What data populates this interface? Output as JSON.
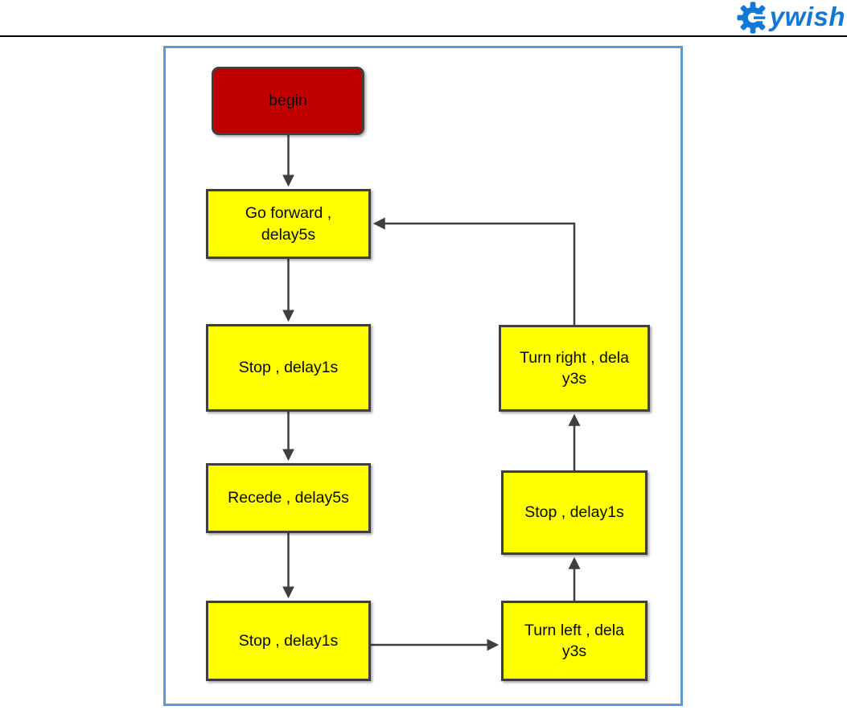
{
  "logo": {
    "brand_text": "ywish",
    "gear_icon": "keywish-gear-icon",
    "color": "#1377D4"
  },
  "flowchart": {
    "frame_border_color": "#5B9BD5",
    "node_border_color": "#3F3F3F",
    "arrow_color": "#3F3F3F",
    "start_fill": "#C00000",
    "step_fill": "#FFFF00",
    "nodes": [
      {
        "id": "begin",
        "label": "begin",
        "shape": "rounded-start"
      },
      {
        "id": "go-forward",
        "label": "Go forward ,\ndelay5s",
        "shape": "rect"
      },
      {
        "id": "stop-after-forward",
        "label": "Stop , delay1s",
        "shape": "rect"
      },
      {
        "id": "recede",
        "label": "Recede , delay5s",
        "shape": "rect"
      },
      {
        "id": "stop-after-recede",
        "label": "Stop , delay1s",
        "shape": "rect"
      },
      {
        "id": "turn-left",
        "label": "Turn left , dela\ny3s",
        "shape": "rect"
      },
      {
        "id": "stop-after-turn-left",
        "label": "Stop , delay1s",
        "shape": "rect"
      },
      {
        "id": "turn-right",
        "label": "Turn right , dela\ny3s",
        "shape": "rect"
      }
    ],
    "edges": [
      {
        "from": "begin",
        "to": "go-forward"
      },
      {
        "from": "go-forward",
        "to": "stop-after-forward"
      },
      {
        "from": "stop-after-forward",
        "to": "recede"
      },
      {
        "from": "recede",
        "to": "stop-after-recede"
      },
      {
        "from": "stop-after-recede",
        "to": "turn-left"
      },
      {
        "from": "turn-left",
        "to": "stop-after-turn-left"
      },
      {
        "from": "stop-after-turn-left",
        "to": "turn-right"
      },
      {
        "from": "turn-right",
        "to": "go-forward"
      }
    ]
  }
}
